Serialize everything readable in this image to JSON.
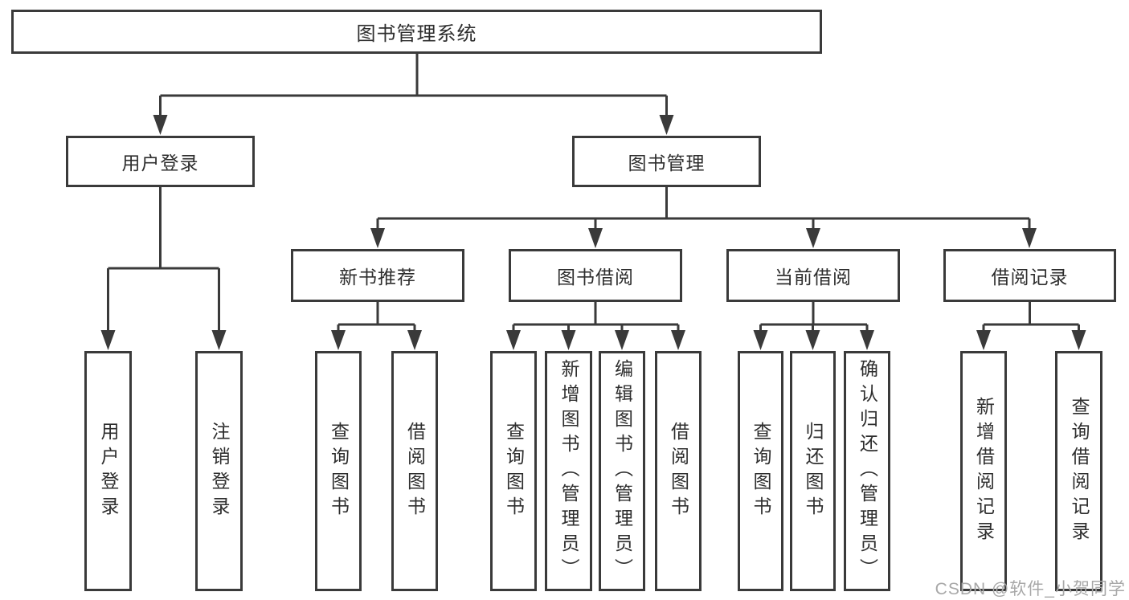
{
  "tree": {
    "label": "图书管理系统",
    "children": [
      {
        "label": "用户登录",
        "children": [
          {
            "label": "用户登录"
          },
          {
            "label": "注销登录"
          }
        ]
      },
      {
        "label": "图书管理",
        "children": [
          {
            "label": "新书推荐",
            "children": [
              {
                "label": "查询图书"
              },
              {
                "label": "借阅图书"
              }
            ]
          },
          {
            "label": "图书借阅",
            "children": [
              {
                "label": "查询图书"
              },
              {
                "label": "新增图书（管理员）"
              },
              {
                "label": "编辑图书（管理员）"
              },
              {
                "label": "借阅图书"
              }
            ]
          },
          {
            "label": "当前借阅",
            "children": [
              {
                "label": "查询图书"
              },
              {
                "label": "归还图书"
              },
              {
                "label": "确认归还（管理员）"
              }
            ]
          },
          {
            "label": "借阅记录",
            "children": [
              {
                "label": "新增借阅记录"
              },
              {
                "label": "查询借阅记录"
              }
            ]
          }
        ]
      }
    ]
  },
  "watermark": {
    "text": "CSDN @软件_小贺同学"
  },
  "colors": {
    "line": "#3a3a3a",
    "text": "#2e2e2e",
    "watermark": "#a8a8a8",
    "background": "#ffffff"
  }
}
